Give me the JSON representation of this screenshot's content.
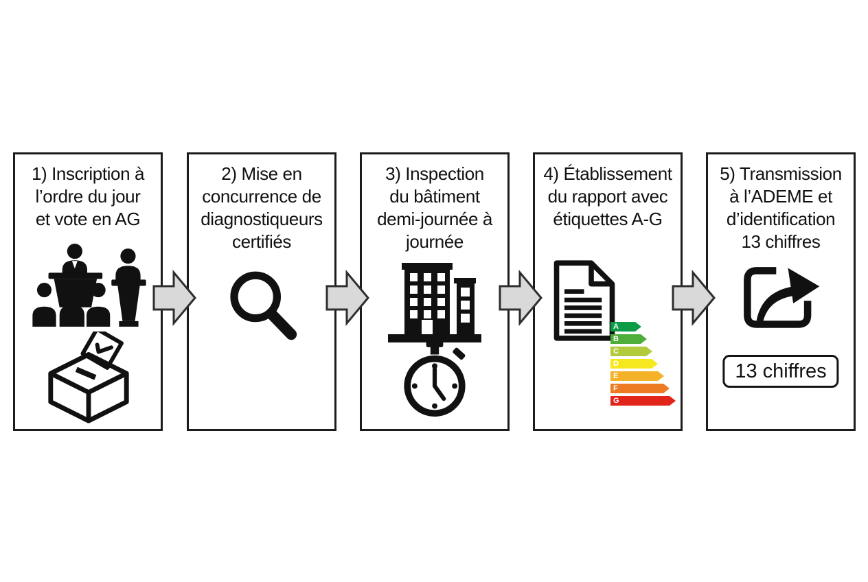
{
  "diagram": {
    "box_border_color": "#1c1c1c",
    "arrow_fill": "#d9d9d9",
    "arrow_border": "#2e2e2e",
    "steps": [
      {
        "id": "1",
        "lines": [
          "1) Inscription à",
          "l’ordre du jour",
          "et vote en AG"
        ],
        "icons": [
          "meeting-icon",
          "ballot-box-icon"
        ]
      },
      {
        "id": "2",
        "lines": [
          "2) Mise en",
          "concurrence de",
          "diagnostiqueurs",
          "certifiés"
        ],
        "icons": [
          "magnifier-icon"
        ]
      },
      {
        "id": "3",
        "lines": [
          "3) Inspection",
          "du bâtiment",
          "demi-journée à",
          "journée"
        ],
        "icons": [
          "building-icon",
          "stopwatch-icon"
        ]
      },
      {
        "id": "4",
        "lines": [
          "4) Établissement",
          "du rapport avec",
          "étiquettes A-G"
        ],
        "icons": [
          "document-icon",
          "energy-label-icon"
        ]
      },
      {
        "id": "5",
        "lines": [
          "5) Transmission",
          "à l’ADEME et",
          "d’identification",
          "13 chiffres"
        ],
        "icons": [
          "share-icon"
        ],
        "badge": "13 chiffres"
      }
    ]
  },
  "energy_label": {
    "grades": [
      {
        "letter": "A",
        "color": "#0e9b46",
        "width": 45
      },
      {
        "letter": "B",
        "color": "#4fae39",
        "width": 53
      },
      {
        "letter": "C",
        "color": "#b2cb3c",
        "width": 61
      },
      {
        "letter": "D",
        "color": "#f6e81e",
        "width": 69
      },
      {
        "letter": "E",
        "color": "#f4b229",
        "width": 78
      },
      {
        "letter": "F",
        "color": "#ec7b23",
        "width": 86
      },
      {
        "letter": "G",
        "color": "#e1251b",
        "width": 95
      }
    ]
  }
}
